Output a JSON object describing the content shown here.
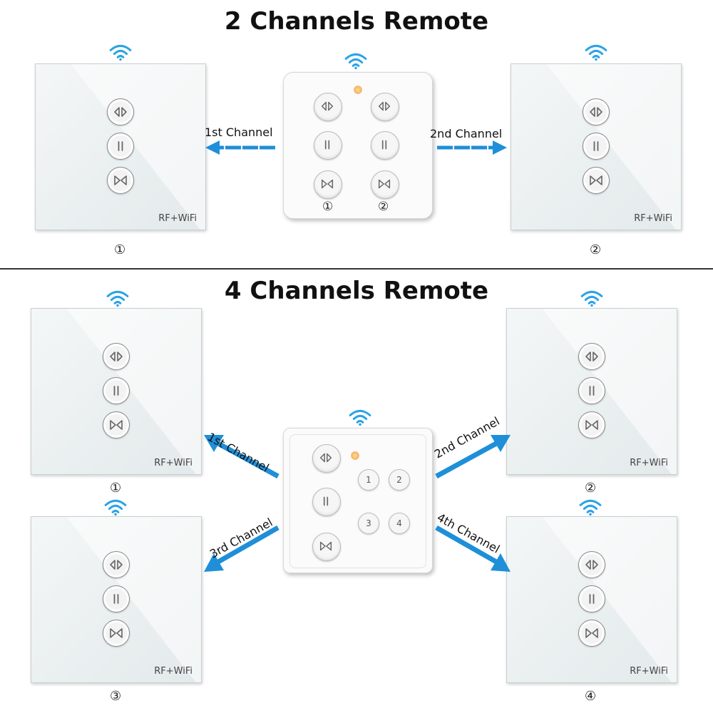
{
  "top": {
    "title": "2 Channels Remote",
    "channel1_label": "1st Channel",
    "channel2_label": "2nd Channel",
    "remote_marks": [
      "①",
      "②"
    ],
    "panel_marks": [
      "①",
      "②"
    ]
  },
  "bottom": {
    "title": "4 Channels Remote",
    "channel_labels": [
      "1st Channel",
      "2nd Channel",
      "3rd Channel",
      "4th Channel"
    ],
    "remote_numbers": [
      "1",
      "2",
      "3",
      "4"
    ],
    "panel_marks": [
      "①",
      "②",
      "③",
      "④"
    ]
  },
  "panel_text": "RF+WiFi",
  "colors": {
    "accent": "#2196e0",
    "arrow": "#1e8fd8",
    "wifi": "#2aa3e6"
  },
  "icons": [
    "wifi-icon",
    "open-curtain-icon",
    "pause-icon",
    "close-curtain-icon",
    "arrow-icon"
  ]
}
